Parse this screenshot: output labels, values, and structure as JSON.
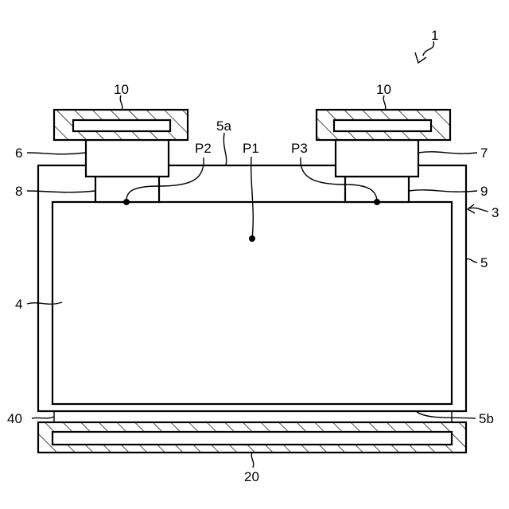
{
  "labels": {
    "device": "1",
    "case_assembly": "3",
    "electrode_body": "4",
    "case": "5",
    "case_top": "5a",
    "case_bottom": "5b",
    "terminal_left": "6",
    "terminal_right": "7",
    "collector_left": "8",
    "collector_right": "9",
    "busbar_left": "10",
    "busbar_right": "10",
    "plate": "20",
    "spacer": "40",
    "point_p1": "P1",
    "point_p2": "P2",
    "point_p3": "P3"
  }
}
